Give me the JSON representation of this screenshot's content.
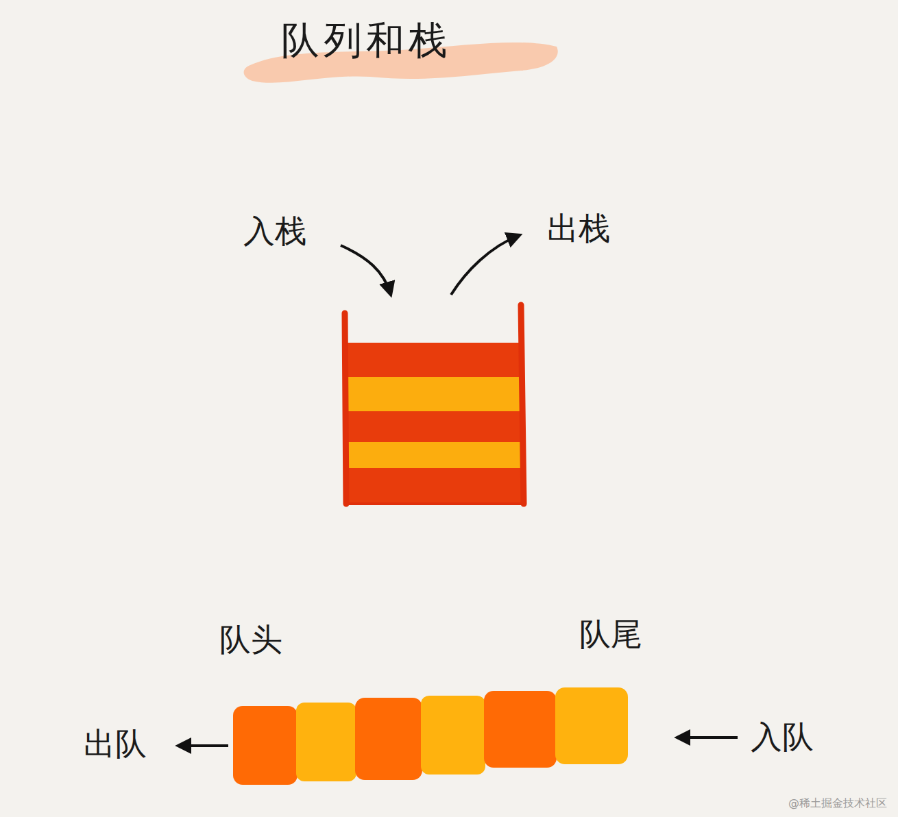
{
  "diagram": {
    "title": "队列和栈",
    "labels": [
      "入栈",
      "出栈",
      "队头",
      "队尾",
      "出队",
      "入队",
      "@稀土掘金技术社区"
    ]
  }
}
